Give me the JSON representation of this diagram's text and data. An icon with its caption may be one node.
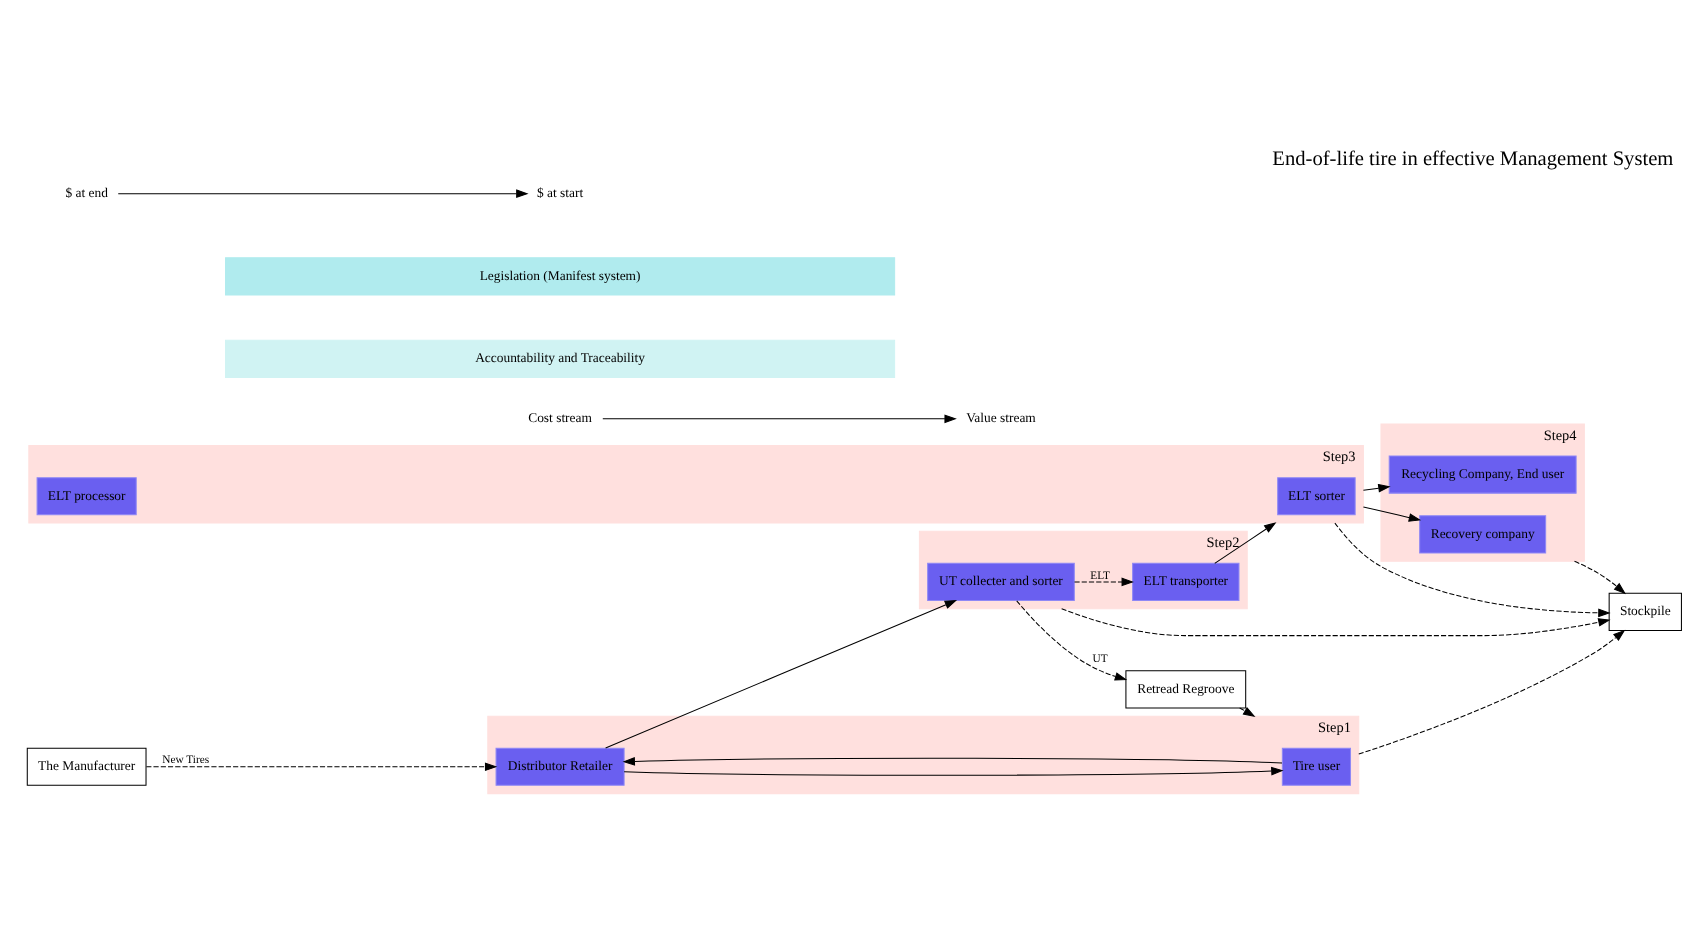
{
  "diagram": {
    "title": "End-of-life tire in effective Management System",
    "nodes": [
      {
        "text": [
          "The Manufacturer"
        ]
      },
      {
        "text": [
          "Step1"
        ]
      },
      {
        "text": [
          "Tire user"
        ],
        "in": 1
      },
      {
        "text": [
          "Distributor Retailer"
        ],
        "in": 1
      },
      {
        "text": [
          "Step2"
        ]
      },
      {
        "text": [
          "UT collecter and sorter"
        ],
        "in": 4
      },
      {
        "text": [
          "ELT transporter"
        ],
        "in": 4
      },
      {
        "text": [
          "Step3"
        ]
      },
      {
        "text": [
          "ELT sorter"
        ],
        "in": 7
      },
      {
        "text": [
          "ELT processor"
        ],
        "in": 7
      },
      {
        "text": [
          "Step4"
        ]
      },
      {
        "text": [
          "Recovery company"
        ],
        "in": 10
      },
      {
        "text": [
          "Recycling Company, End user"
        ],
        "in": 10
      },
      {
        "text": [
          "Retread Regroove"
        ]
      },
      {
        "text": [
          "Stockpile"
        ]
      },
      {
        "text": [
          "Cost stream"
        ]
      },
      {
        "text": [
          "Value stream"
        ]
      },
      {
        "text": [
          "$ at end"
        ]
      },
      {
        "text": [
          "$ at start"
        ]
      },
      {
        "text": [
          "Legislation (Manifest system)"
        ]
      },
      {
        "text": [
          "Accountability and Traceability"
        ]
      }
    ],
    "edges": [
      {
        "from": 0,
        "to": 3,
        "arrow": "to",
        "label": "New Tires",
        "style": "dashed"
      },
      {
        "from": 2,
        "to": 3,
        "arrow": "to"
      },
      {
        "from": 3,
        "to": 2,
        "arrow": "to"
      },
      {
        "from": 3,
        "to": 5,
        "arrow": "to"
      },
      {
        "from": 5,
        "to": 6,
        "arrow": "to",
        "label": "ELT",
        "style": "dashed"
      },
      {
        "from": 6,
        "to": 7,
        "arrow": "to"
      },
      {
        "from": 7,
        "to": 11,
        "arrow": "to"
      },
      {
        "from": 7,
        "to": 12,
        "arrow": "to"
      },
      {
        "from": 5,
        "to": 13,
        "arrow": "to",
        "label": "UT",
        "style": "dashed"
      },
      {
        "from": 13,
        "to": 1,
        "arrow": "to",
        "style": "dashed"
      },
      {
        "from": 1,
        "to": 14,
        "arrow": "to",
        "style": "dashed"
      },
      {
        "from": 4,
        "to": 14,
        "arrow": "to",
        "style": "dashed"
      },
      {
        "from": 7,
        "to": 14,
        "arrow": "to",
        "style": "dashed"
      },
      {
        "from": 10,
        "to": 14,
        "arrow": "to",
        "style": "dashed"
      },
      {
        "from": 15,
        "to": 16,
        "arrow": "to"
      },
      {
        "from": 17,
        "to": 18,
        "arrow": "to"
      }
    ]
  }
}
